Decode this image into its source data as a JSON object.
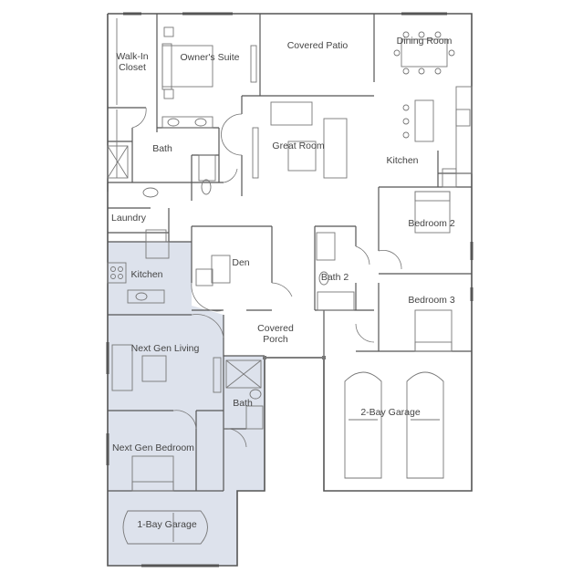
{
  "plan": {
    "colors": {
      "wall": "#555555",
      "fixture": "#777777",
      "next_gen_fill": "#dde2ec",
      "background": "#ffffff"
    },
    "rooms": {
      "walk_in_closet": "Walk-In\nCloset",
      "owners_suite": "Owner's Suite",
      "covered_patio": "Covered Patio",
      "dining_room": "Dining Room",
      "bath_main": "Bath",
      "great_room": "Great Room",
      "kitchen_main": "Kitchen",
      "laundry": "Laundry",
      "bedroom_2": "Bedroom 2",
      "den": "Den",
      "kitchen_next_gen": "Kitchen",
      "bath_2": "Bath 2",
      "bedroom_3": "Bedroom 3",
      "covered_porch": "Covered\nPorch",
      "next_gen_living": "Next Gen Living",
      "bath_next_gen": "Bath",
      "two_bay_garage": "2-Bay Garage",
      "next_gen_bedroom": "Next Gen Bedroom",
      "one_bay_garage": "1-Bay Garage"
    }
  }
}
